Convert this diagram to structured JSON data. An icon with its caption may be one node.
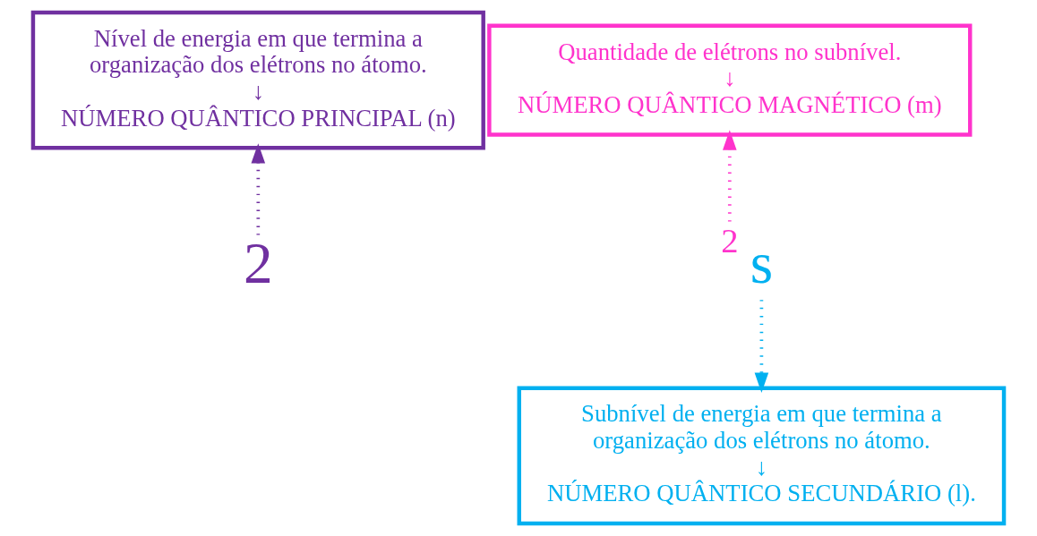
{
  "diagram": {
    "nodes": [
      {
        "text": [
          "Nível de energia em que termina a organização dos elétrons no átomo.",
          "↓",
          "NÚMERO QUÂNTICO PRINCIPAL (n)"
        ]
      },
      {
        "text": [
          "Quantidade de elétrons no subnível.",
          "↓",
          "NÚMERO QUÂNTICO MAGNÉTICO (m)"
        ]
      },
      {
        "text": [
          "2"
        ]
      },
      {
        "text": [
          "s"
        ]
      },
      {
        "text": [
          "2"
        ]
      },
      {
        "text": [
          "Subnível de energia em que termina a organização dos elétrons no átomo.",
          "↓",
          "NÚMERO QUÂNTICO SECUNDÁRIO (l)."
        ]
      }
    ],
    "edges": [
      {
        "from": 2,
        "to": 0,
        "arrow": "to",
        "style": "dashed",
        "color": "#7030a0"
      },
      {
        "from": 4,
        "to": 1,
        "arrow": "to",
        "style": "dashed",
        "color": "#ff33cc"
      },
      {
        "from": 3,
        "to": 5,
        "arrow": "to",
        "style": "dashed",
        "color": "#00b0f0"
      }
    ]
  }
}
